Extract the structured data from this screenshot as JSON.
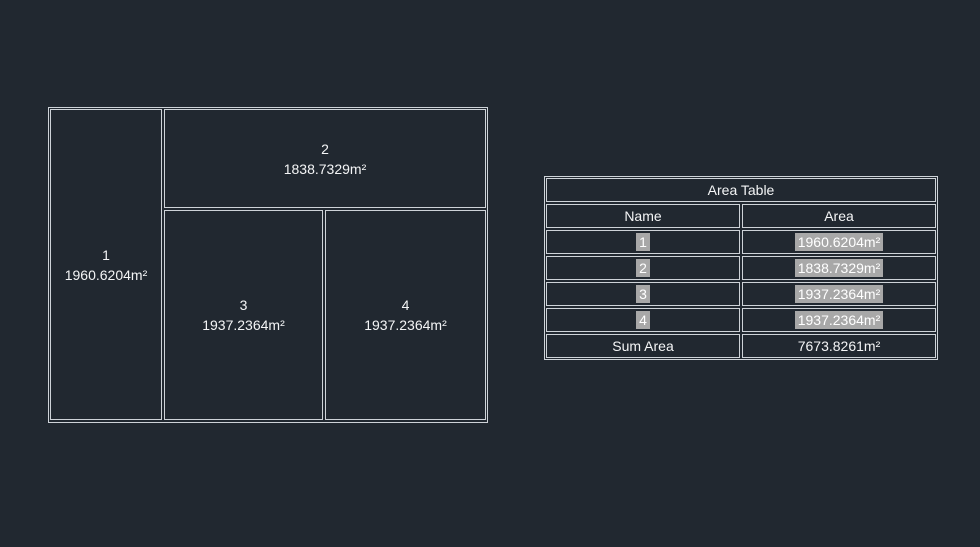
{
  "canvas": {
    "background_color": "#212830",
    "line_color": "#ced3d8",
    "text_color": "#f4f5f6",
    "field_highlight_color": "#a8a8a8"
  },
  "diagram": {
    "parcels": [
      {
        "name": "1",
        "area": "1960.6204m²"
      },
      {
        "name": "2",
        "area": "1838.7329m²"
      },
      {
        "name": "3",
        "area": "1937.2364m²"
      },
      {
        "name": "4",
        "area": "1937.2364m²"
      }
    ]
  },
  "table": {
    "title": "Area Table",
    "columns": {
      "name": "Name",
      "area": "Area"
    },
    "rows": [
      {
        "name": "1",
        "area": "1960.6204m²"
      },
      {
        "name": "2",
        "area": "1838.7329m²"
      },
      {
        "name": "3",
        "area": "1937.2364m²"
      },
      {
        "name": "4",
        "area": "1937.2364m²"
      }
    ],
    "sum": {
      "label": "Sum Area",
      "value": "7673.8261m²"
    }
  }
}
